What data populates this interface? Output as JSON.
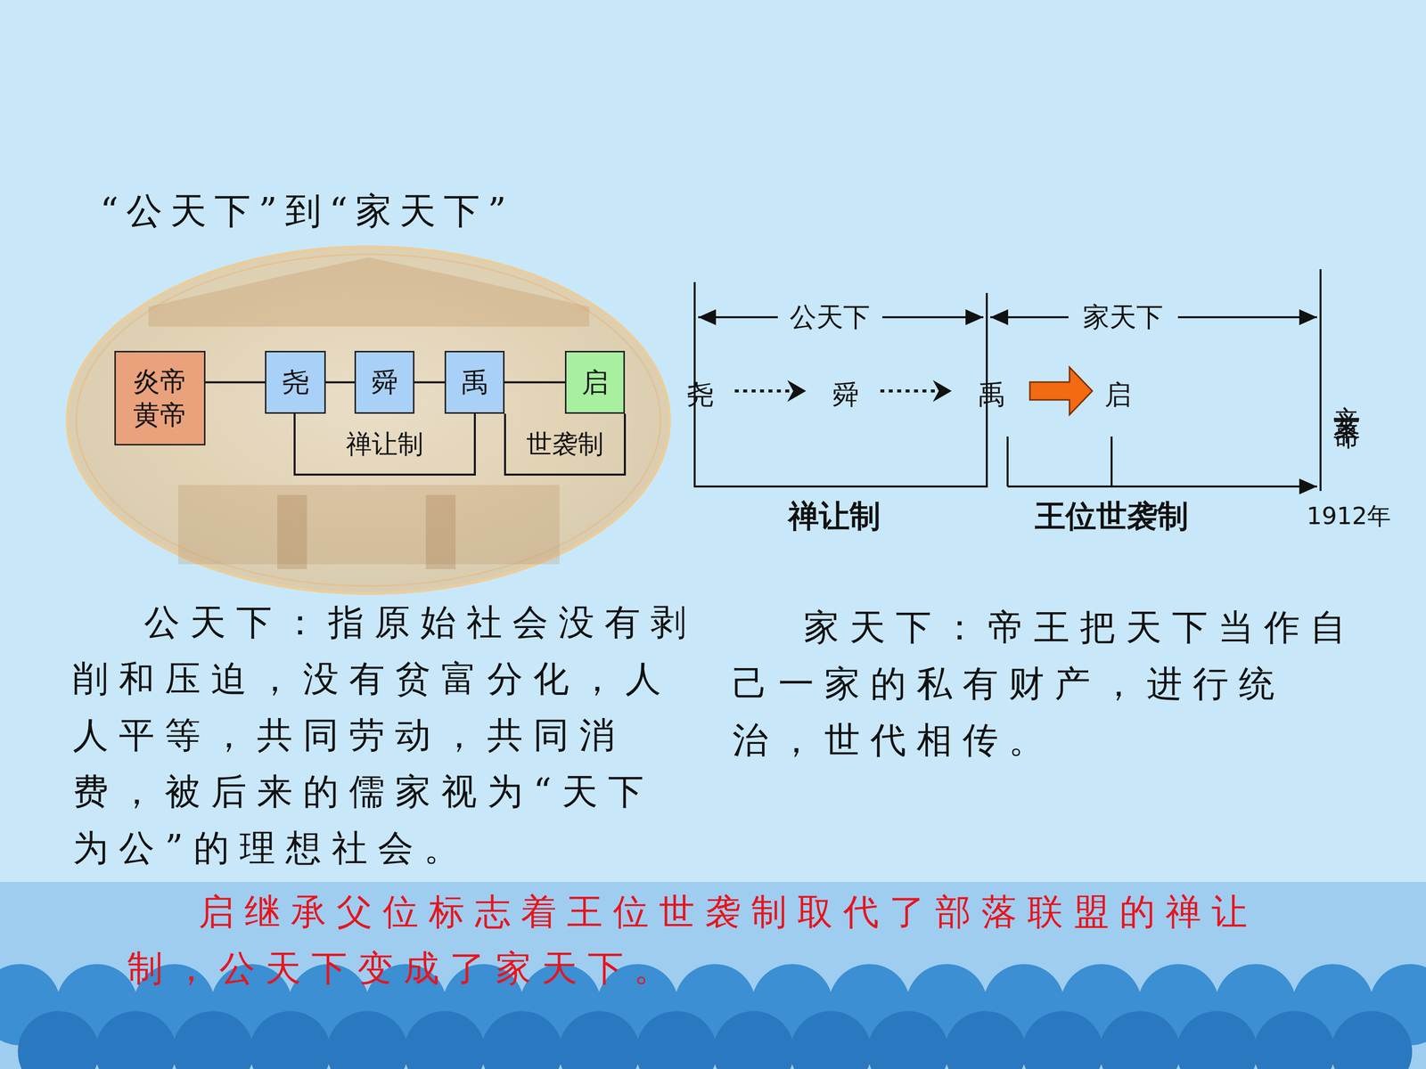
{
  "diagram": {
    "title": "“公天下”到“家天下”",
    "nodes": [
      {
        "text": [
          "炎帝 黄帝"
        ]
      },
      {
        "text": [
          "尧"
        ]
      },
      {
        "text": [
          "舜"
        ]
      },
      {
        "text": [
          "禹"
        ]
      },
      {
        "text": [
          "启"
        ]
      }
    ],
    "edges": [
      {
        "from": 0,
        "to": 1,
        "arrow": "none"
      },
      {
        "from": 1,
        "to": 2,
        "arrow": "none"
      },
      {
        "from": 2,
        "to": 3,
        "arrow": "none"
      },
      {
        "from": 3,
        "to": 4,
        "arrow": "none"
      }
    ],
    "labels": [
      "禅让制",
      "世袭制",
      "公天下",
      "家天下",
      "尧",
      "舜",
      "禹",
      "启",
      "辛亥革命",
      "禅让制",
      "王位世袭制",
      "1912年",
      "公天下：指原始社会没有剥削和压迫，没有贫富分化，人人平等，共同劳动，共同消费，被后来的儒家视为“天下为公”的理想社会。",
      "家天下：帝王把天下当作自己一家的私有财产，进行统治，世代相传。",
      "启继承父位标志着王位世袭制取代了部落联盟的禅让制，公天下变成了家天下。"
    ]
  }
}
